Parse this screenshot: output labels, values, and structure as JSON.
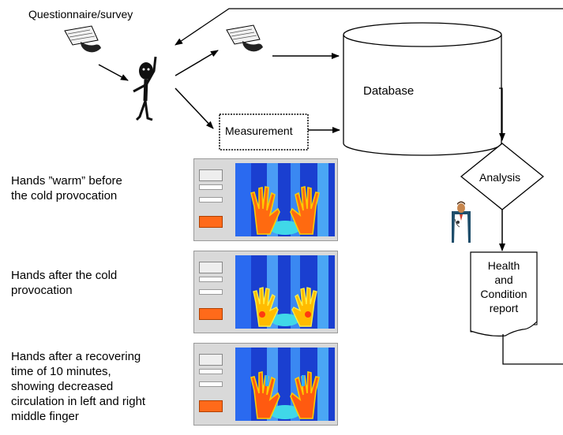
{
  "labels": {
    "questionnaire": "Questionnaire/survey",
    "database": "Database",
    "measurement": "Measurement",
    "analysis": "Analysis",
    "report": [
      "Health",
      "and",
      "Condition",
      "report"
    ]
  },
  "captions": {
    "warm": [
      "Hands ”warm” before",
      "the cold provocation"
    ],
    "after": [
      "Hands after the cold",
      "provocation"
    ],
    "recover": [
      "Hands after a recovering",
      "time of 10 minutes,",
      "showing decreased",
      "circulation in left and right",
      "middle finger"
    ]
  },
  "thermal_images": [
    {
      "state": "warm"
    },
    {
      "state": "after-cold"
    },
    {
      "state": "recovered"
    }
  ]
}
